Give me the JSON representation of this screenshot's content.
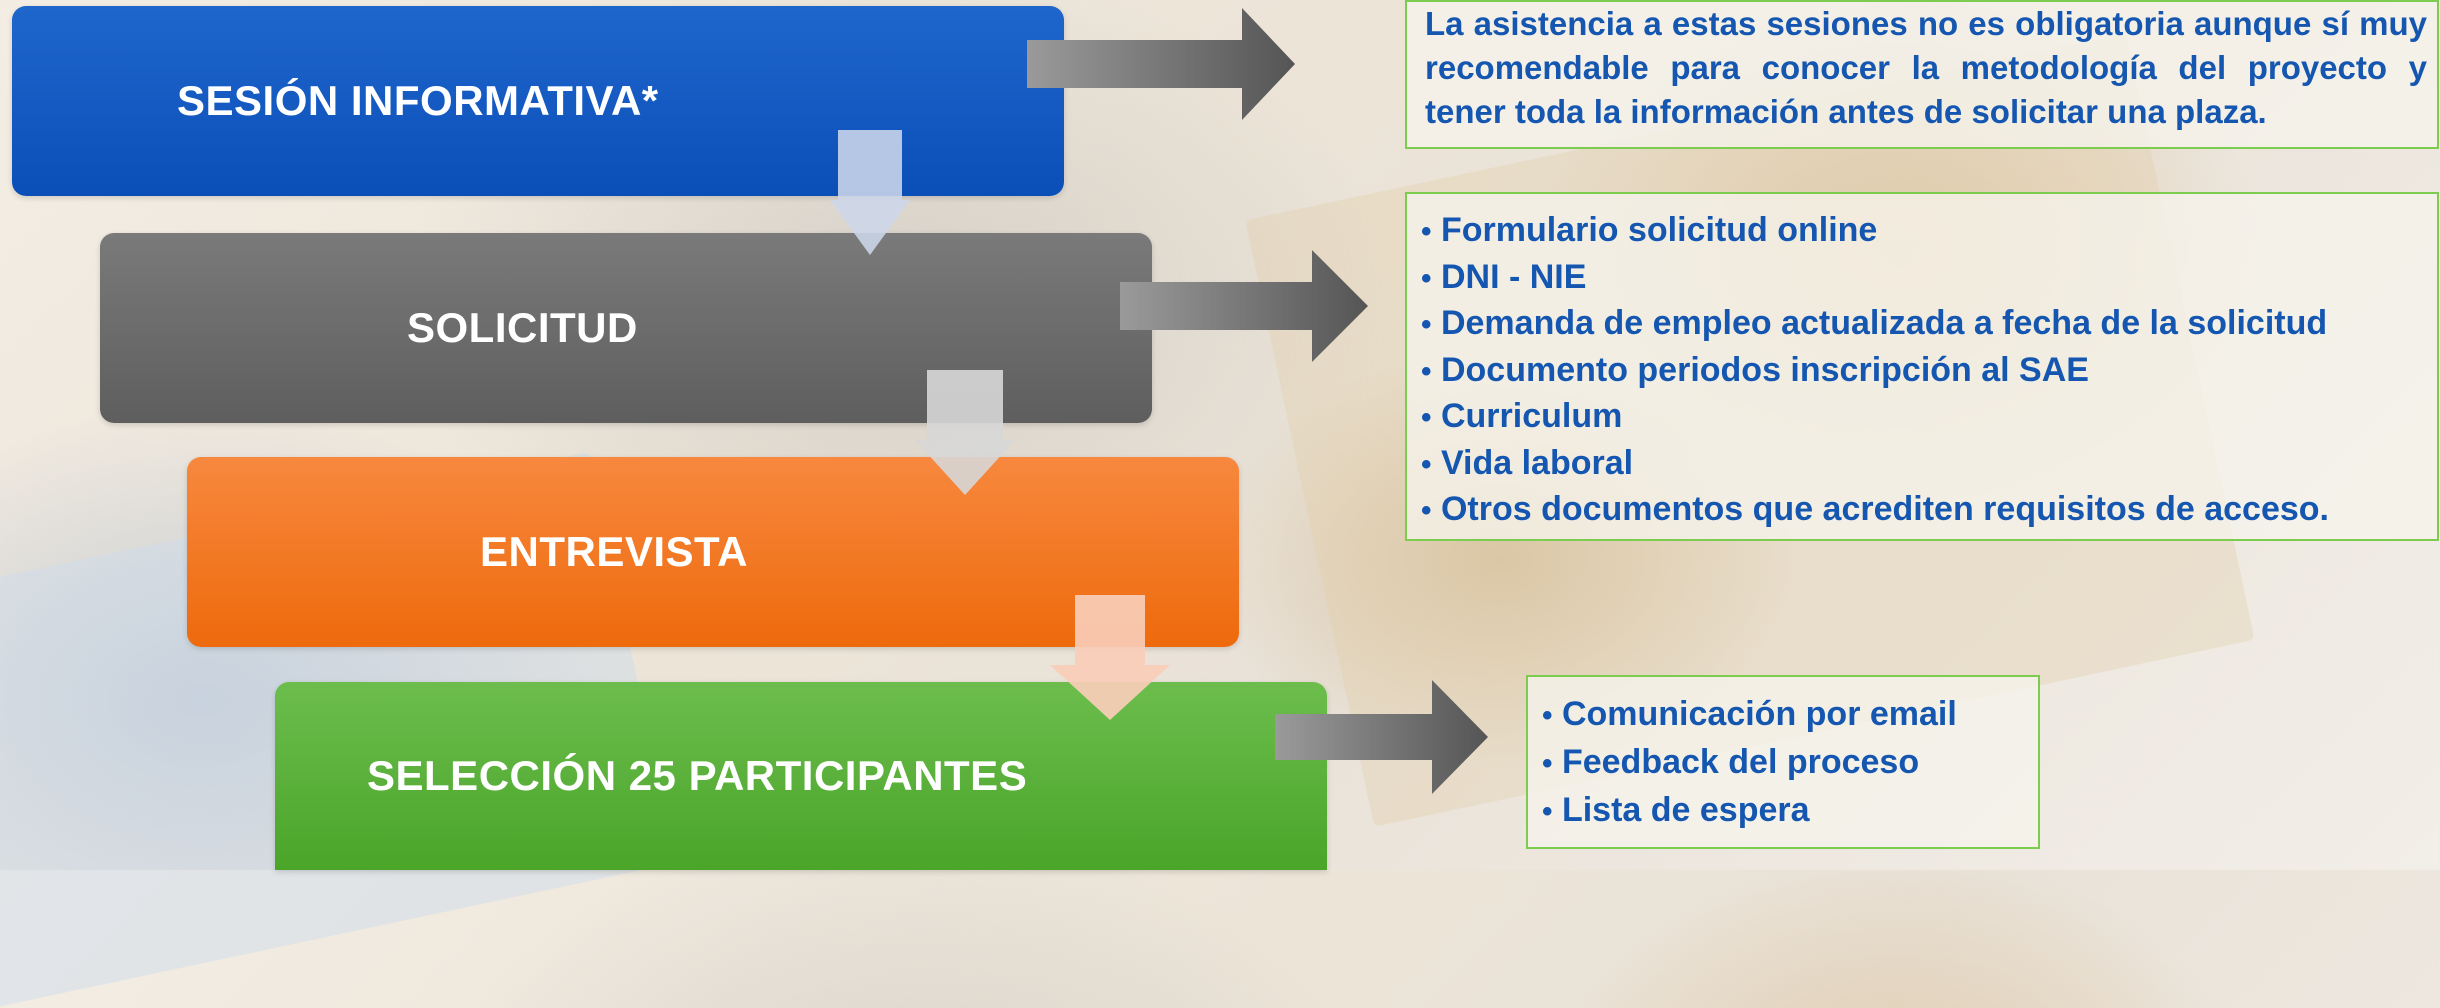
{
  "flow": {
    "steps": [
      {
        "label": "SESIÓN INFORMATIVA*",
        "color": "#0a4fb8"
      },
      {
        "label": "SOLICITUD",
        "color": "#5e5e5e"
      },
      {
        "label": "ENTREVISTA",
        "color": "#ee6a0c"
      },
      {
        "label": "SELECCIÓN 25 PARTICIPANTES",
        "color": "#4aa529"
      }
    ]
  },
  "panels": {
    "sesion": {
      "text": "La asistencia a estas sesiones no es obligatoria aunque sí muy recomendable para conocer la metodología del proyecto y tener toda la información antes de solicitar una plaza."
    },
    "solicitud": {
      "items": [
        "Formulario solicitud online",
        "DNI - NIE",
        "Demanda de empleo actualizada a fecha de la solicitud",
        "Documento periodos inscripción al SAE",
        "Curriculum",
        "Vida laboral",
        "Otros documentos que acrediten requisitos de acceso."
      ]
    },
    "seleccion": {
      "items": [
        "Comunicación por email",
        "Feedback del proceso",
        "Lista de espera"
      ]
    }
  },
  "bullet": "•",
  "colors": {
    "text_blue": "#1557b0",
    "panel_border": "#7ccc4f"
  }
}
